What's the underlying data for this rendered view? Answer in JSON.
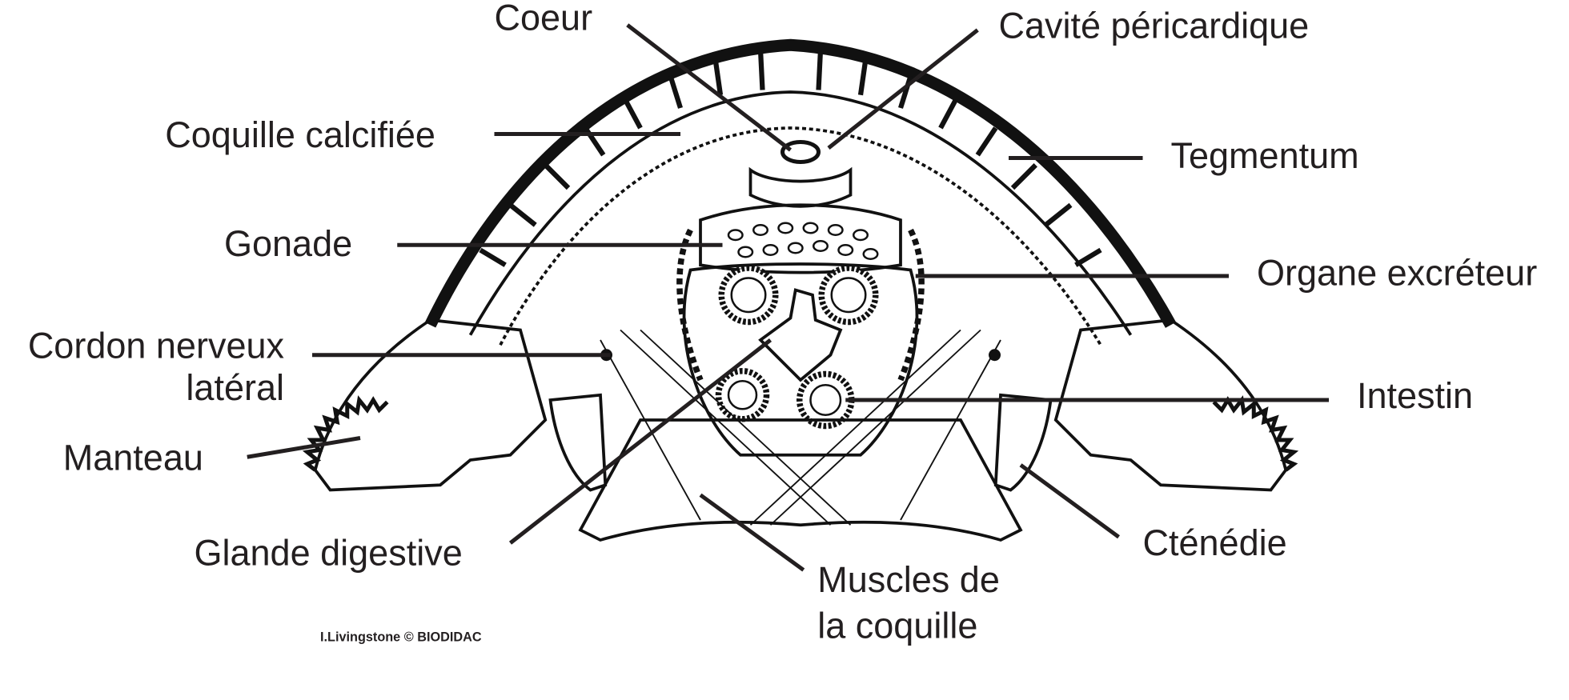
{
  "labels": {
    "coeur": "Coeur",
    "cavite_pericardique": "Cavité péricardique",
    "coquille_calcifiee": "Coquille calcifiée",
    "tegmentum": "Tegmentum",
    "gonade": "Gonade",
    "organe_excreteur": "Organe excréteur",
    "cordon_line1": "Cordon nerveux",
    "cordon_line2": "latéral",
    "intestin": "Intestin",
    "manteau": "Manteau",
    "glande_digestive": "Glande digestive",
    "ctenidie": "Cténédie",
    "muscles_line1": "Muscles de",
    "muscles_line2": "la coquille"
  },
  "credit": "I.Livingstone © BIODIDAC",
  "colors": {
    "ink": "#231f20",
    "background": "#ffffff"
  }
}
